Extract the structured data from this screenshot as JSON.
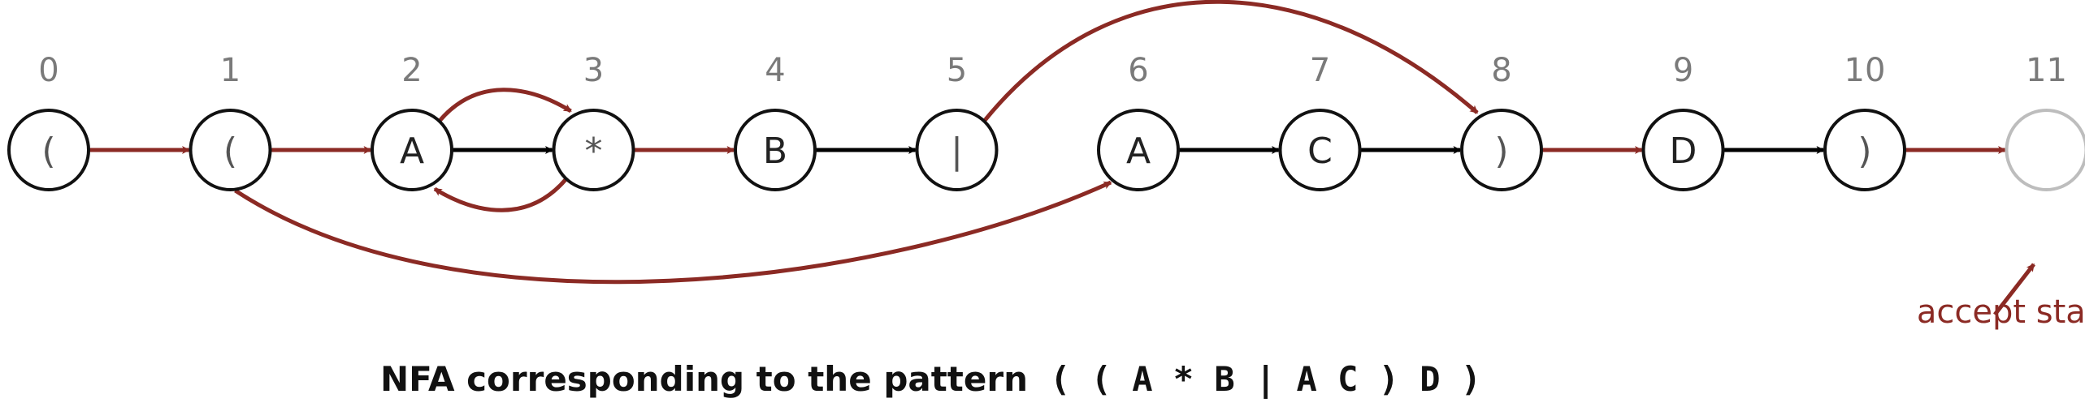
{
  "colors": {
    "epsilon": "#8b2a24",
    "match": "#000000",
    "node_stroke": "#111111",
    "accept_node_stroke": "#bdbdbd"
  },
  "states": [
    {
      "index": "0",
      "symbol": "("
    },
    {
      "index": "1",
      "symbol": "("
    },
    {
      "index": "2",
      "symbol": "A"
    },
    {
      "index": "3",
      "symbol": "*"
    },
    {
      "index": "4",
      "symbol": "B"
    },
    {
      "index": "5",
      "symbol": "|"
    },
    {
      "index": "6",
      "symbol": "A"
    },
    {
      "index": "7",
      "symbol": "C"
    },
    {
      "index": "8",
      "symbol": ")"
    },
    {
      "index": "9",
      "symbol": "D"
    },
    {
      "index": "10",
      "symbol": ")"
    },
    {
      "index": "11",
      "symbol": ""
    }
  ],
  "edges": [
    {
      "from": 0,
      "to": 1,
      "kind": "epsilon"
    },
    {
      "from": 1,
      "to": 2,
      "kind": "epsilon"
    },
    {
      "from": 2,
      "to": 3,
      "kind": "match"
    },
    {
      "from": 2,
      "to": 3,
      "kind": "epsilon"
    },
    {
      "from": 3,
      "to": 2,
      "kind": "epsilon"
    },
    {
      "from": 3,
      "to": 4,
      "kind": "epsilon"
    },
    {
      "from": 4,
      "to": 5,
      "kind": "match"
    },
    {
      "from": 5,
      "to": 8,
      "kind": "epsilon"
    },
    {
      "from": 1,
      "to": 6,
      "kind": "epsilon"
    },
    {
      "from": 6,
      "to": 7,
      "kind": "match"
    },
    {
      "from": 7,
      "to": 8,
      "kind": "match"
    },
    {
      "from": 8,
      "to": 9,
      "kind": "epsilon"
    },
    {
      "from": 9,
      "to": 10,
      "kind": "match"
    },
    {
      "from": 10,
      "to": 11,
      "kind": "epsilon"
    }
  ],
  "accept_label": "accept state",
  "caption": {
    "text": "NFA corresponding to the pattern",
    "pattern": "( ( A * B | A C ) D )"
  }
}
